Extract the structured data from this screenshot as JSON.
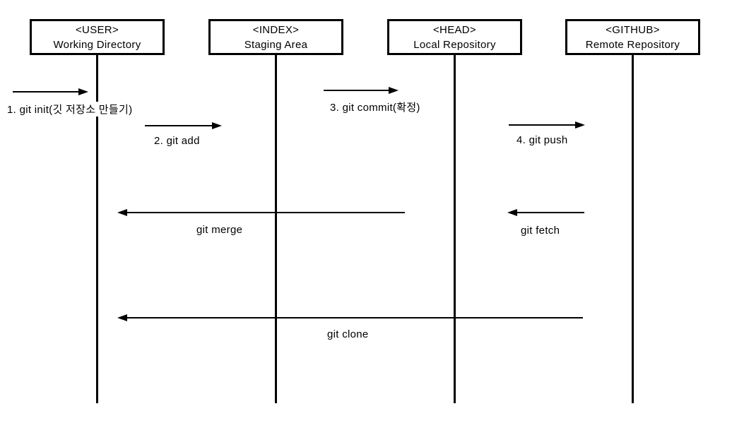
{
  "diagram": {
    "title": "git workflow sequence diagram",
    "colors": {
      "line": "#000000",
      "background": "#ffffff",
      "text": "#000000"
    },
    "actors": [
      {
        "id": "user",
        "title": "<USER>",
        "subtitle": "Working Directory"
      },
      {
        "id": "index",
        "title": "<INDEX>",
        "subtitle": "Staging Area"
      },
      {
        "id": "head",
        "title": "<HEAD>",
        "subtitle": "Local Repository"
      },
      {
        "id": "github",
        "title": "<GITHUB>",
        "subtitle": "Remote Repository"
      }
    ],
    "arrows": [
      {
        "label": "1. git init(깃 저장소 만들기)",
        "from": "outside",
        "to": "user",
        "direction": "right"
      },
      {
        "label": "2. git add",
        "from": "user",
        "to": "index",
        "direction": "right"
      },
      {
        "label": "3. git commit(확정)",
        "from": "index",
        "to": "head",
        "direction": "right"
      },
      {
        "label": "4. git push",
        "from": "head",
        "to": "github",
        "direction": "right"
      },
      {
        "label": "git merge",
        "from": "head",
        "to": "user",
        "direction": "left"
      },
      {
        "label": "git fetch",
        "from": "github",
        "to": "head",
        "direction": "left"
      },
      {
        "label": "git clone",
        "from": "github",
        "to": "user",
        "direction": "left"
      }
    ]
  }
}
